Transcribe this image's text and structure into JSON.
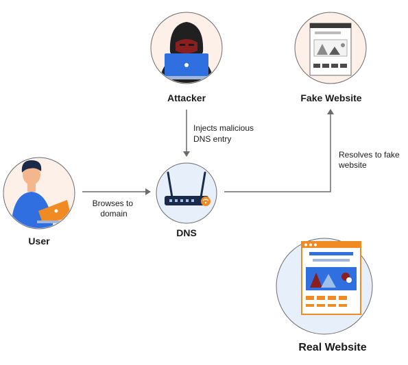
{
  "nodes": {
    "attacker": {
      "label": "Attacker",
      "icon": "hooded-hacker-laptop-icon"
    },
    "fake_website": {
      "label": "Fake Website",
      "icon": "fake-webpage-icon"
    },
    "user": {
      "label": "User",
      "icon": "user-laptop-icon"
    },
    "dns": {
      "label": "DNS",
      "icon": "router-icon"
    },
    "real_website": {
      "label": "Real Website",
      "icon": "browser-webpage-icon"
    }
  },
  "edges": {
    "attacker_to_dns": "Injects malicious DNS entry",
    "user_to_dns": "Browses to domain",
    "dns_to_fake": "Resolves to fake website"
  },
  "edge_lines": {
    "attacker_to_dns": [
      "Injects malicious",
      "DNS entry"
    ],
    "user_to_dns": [
      "Browses to",
      "domain"
    ],
    "dns_to_fake": [
      "Resolves to fake",
      "website"
    ]
  },
  "colors": {
    "circle_fill": "#fdf0e8",
    "circle_fill_blue": "#e7f0fa",
    "circle_stroke": "#6b6b6b",
    "accent_blue": "#2f6fe0",
    "accent_orange": "#f08a22",
    "dark_red": "#8a1f1f",
    "arrow": "#6b6b6b"
  }
}
